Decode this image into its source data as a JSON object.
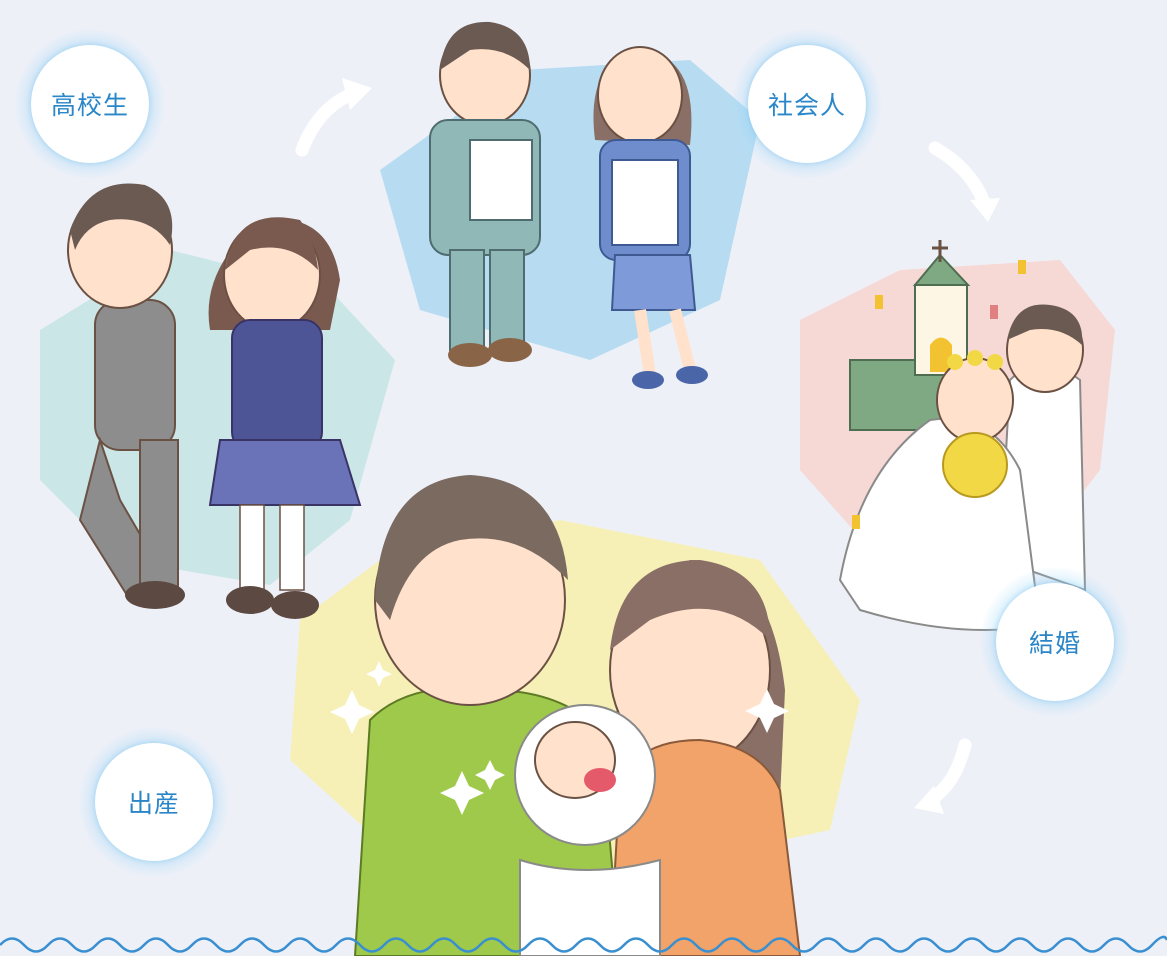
{
  "stages": [
    {
      "key": "highschool",
      "label": "高校生"
    },
    {
      "key": "working",
      "label": "社会人"
    },
    {
      "key": "marriage",
      "label": "結婚"
    },
    {
      "key": "birth",
      "label": "出産"
    }
  ],
  "colors": {
    "background": "#eef0f8",
    "badge_text": "#2a86c8",
    "badge_glow": "#8fd0f4",
    "wave_border": "#3a8fd0"
  }
}
